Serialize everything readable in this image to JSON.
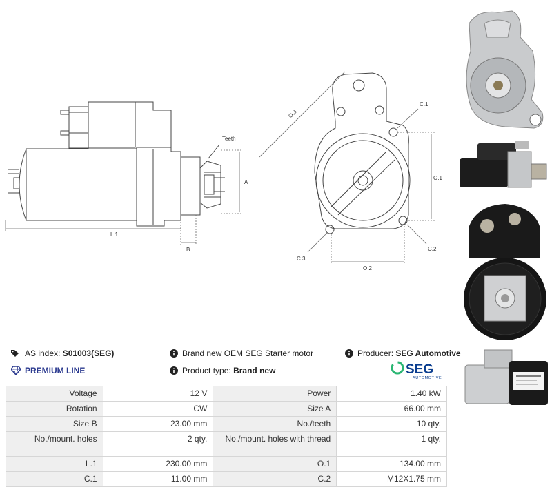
{
  "drawing": {
    "labels": {
      "teeth": "Teeth",
      "a": "A",
      "b": "B",
      "l1": "L.1",
      "o3": "O.3",
      "c1": "C.1",
      "o1": "O.1",
      "c2": "C.2",
      "c3": "C.3",
      "o2": "O.2"
    }
  },
  "info": {
    "as_index_label": "AS index:",
    "as_index_value": "S01003(SEG)",
    "premium_line": "PREMIUM LINE",
    "description": "Brand new OEM SEG Starter motor",
    "product_type_label": "Product type:",
    "product_type_value": "Brand new",
    "producer_label": "Producer:",
    "producer_value": "SEG Automotive"
  },
  "logo": {
    "brand": "SEG",
    "sub": "AUTOMOTIVE",
    "color": "#0a3d8f",
    "accent": "#2bb673"
  },
  "specs": [
    {
      "l1": "Voltage",
      "v1": "12 V",
      "l2": "Power",
      "v2": "1.40 kW"
    },
    {
      "l1": "Rotation",
      "v1": "CW",
      "l2": "Size A",
      "v2": "66.00 mm"
    },
    {
      "l1": "Size B",
      "v1": "23.00 mm",
      "l2": "No./teeth",
      "v2": "10 qty."
    },
    {
      "l1": "No./mount. holes",
      "v1": "2 qty.",
      "l2": "No./mount. holes with thread",
      "v2": "1 qty."
    },
    {
      "l1": "L.1",
      "v1": "230.00 mm",
      "l2": "O.1",
      "v2": "134.00 mm"
    },
    {
      "l1": "C.1",
      "v1": "11.00 mm",
      "l2": "C.2",
      "v2": "M12X1.75 mm"
    }
  ]
}
